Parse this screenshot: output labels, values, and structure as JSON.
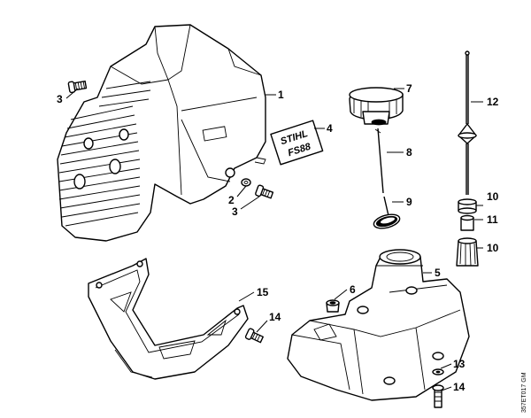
{
  "callouts": {
    "c1": "1",
    "c2": "2",
    "c3a": "3",
    "c3b": "3",
    "c4": "4",
    "c5": "5",
    "c6": "6",
    "c7": "7",
    "c8": "8",
    "c9": "9",
    "c10a": "10",
    "c10b": "10",
    "c11": "11",
    "c12": "12",
    "c13": "13",
    "c14a": "14",
    "c14b": "14",
    "c15": "15"
  },
  "decal": {
    "line1": "STIHL",
    "line2": "FS88"
  },
  "drawing_code": "357ET017 GM",
  "colors": {
    "ink": "#000000",
    "paper": "#ffffff"
  }
}
